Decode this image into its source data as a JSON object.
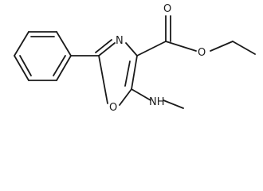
{
  "molecule": {
    "atoms": {
      "oxazole_nitrogen": "N",
      "oxazole_oxygen": "O",
      "carbonyl_oxygen": "O",
      "ester_oxygen": "O",
      "amine_group": "NH"
    },
    "colors": {
      "ink": "#1a1a1a",
      "background": "#ffffff"
    }
  }
}
